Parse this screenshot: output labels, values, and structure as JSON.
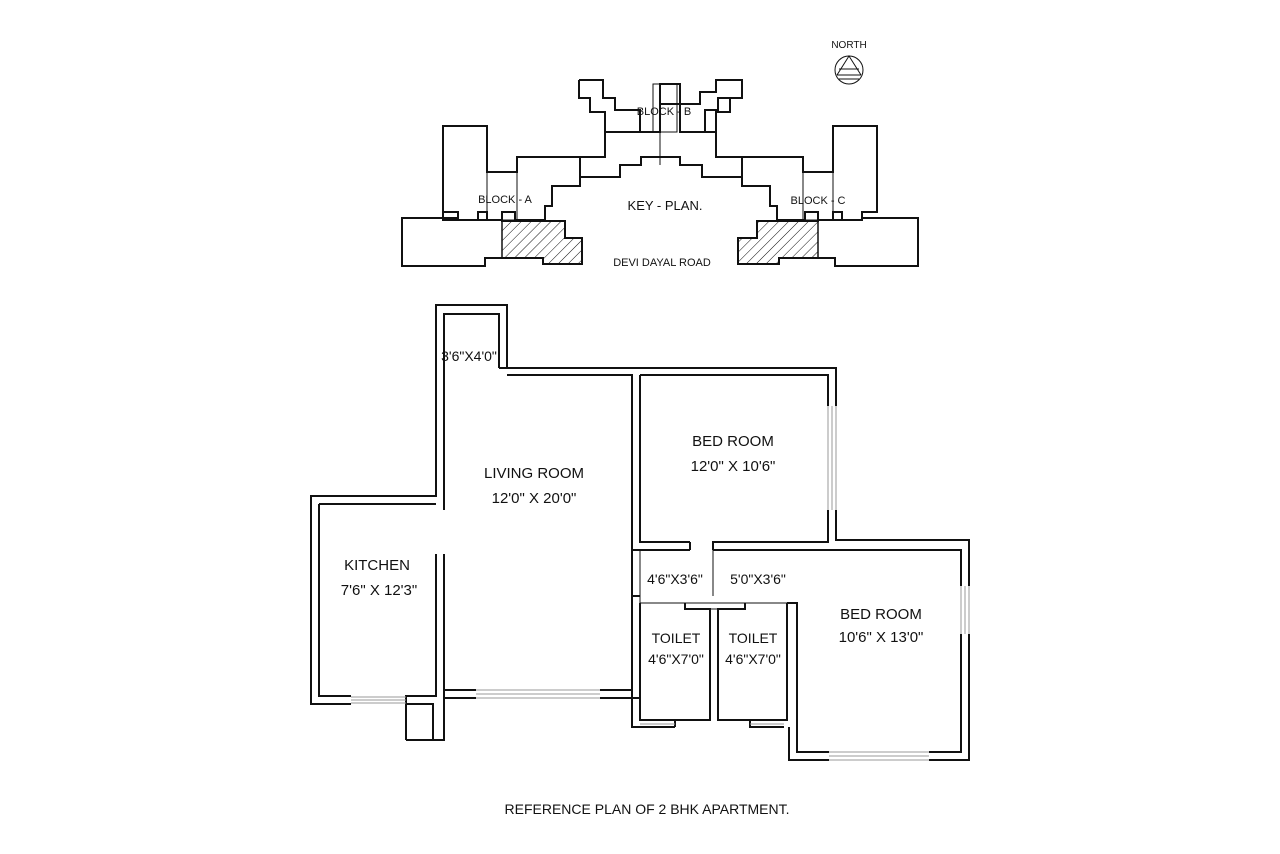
{
  "north_label": "NORTH",
  "key_plan": {
    "title": "KEY - PLAN.",
    "road": "DEVI DAYAL ROAD",
    "blocks": [
      "BLOCK - A",
      "BLOCK - B",
      "BLOCK - C"
    ]
  },
  "rooms": {
    "balcony": {
      "size": "3'6\"X4'0\""
    },
    "living": {
      "name": "LIVING ROOM",
      "size": "12'0\" X 20'0\""
    },
    "bed1": {
      "name": "BED ROOM",
      "size": "12'0\" X 10'6\""
    },
    "kitchen": {
      "name": "KITCHEN",
      "size": "7'6\" X 12'3\""
    },
    "passage1": {
      "size": "4'6\"X3'6\""
    },
    "passage2": {
      "size": "5'0\"X3'6\""
    },
    "bed2": {
      "name": "BED ROOM",
      "size": "10'6\" X 13'0\""
    },
    "toilet1": {
      "name": "TOILET",
      "size": "4'6\"X7'0\""
    },
    "toilet2": {
      "name": "TOILET",
      "size": "4'6\"X7'0\""
    }
  },
  "caption": "REFERENCE PLAN OF 2 BHK APARTMENT."
}
